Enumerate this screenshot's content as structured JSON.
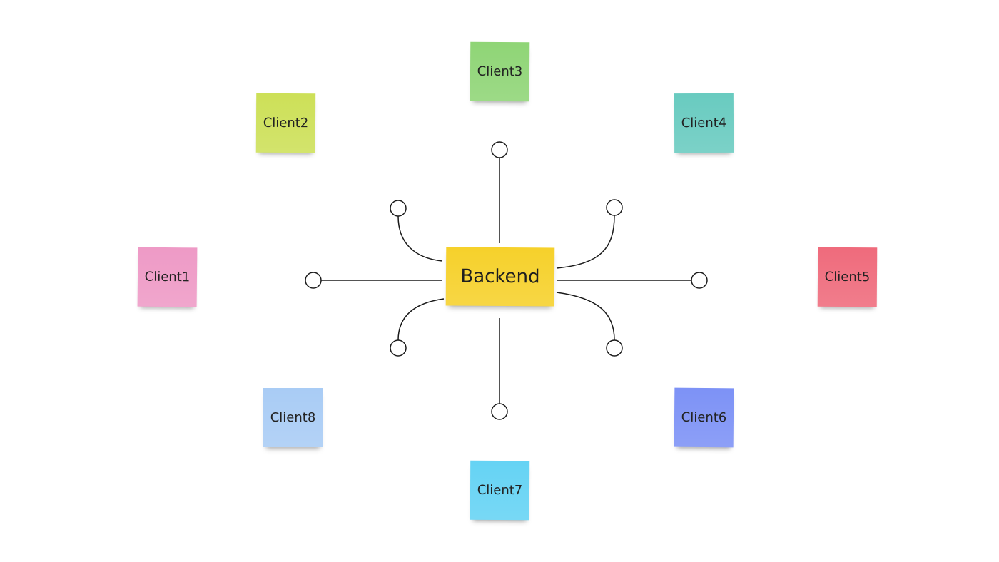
{
  "backend": {
    "label": "Backend",
    "color": "#f6d12b"
  },
  "clients": [
    {
      "label": "Client1",
      "color": "#ee9ac6"
    },
    {
      "label": "Client2",
      "color": "#cde058"
    },
    {
      "label": "Client3",
      "color": "#8fd576"
    },
    {
      "label": "Client4",
      "color": "#69cbc0"
    },
    {
      "label": "Client5",
      "color": "#ef6b7c"
    },
    {
      "label": "Client6",
      "color": "#7d92f6"
    },
    {
      "label": "Client7",
      "color": "#65d3f4"
    },
    {
      "label": "Client8",
      "color": "#a9ccf5"
    }
  ],
  "connector_color": "#1a1a1a",
  "endpoint_count": 8
}
